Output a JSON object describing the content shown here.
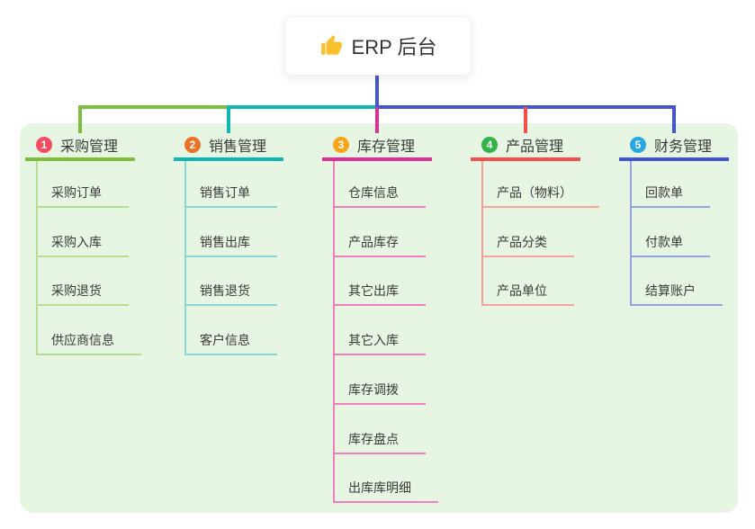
{
  "root": {
    "label": "ERP 后台",
    "icon": "thumbs-up-icon",
    "icon_color": "#fbc02d",
    "connector_color": "#4457d2"
  },
  "panel_color": "#e7f6e2",
  "branches": [
    {
      "badge": "1",
      "badge_color": "#f54e63",
      "line_color": "#7cbf3e",
      "child_line_color": "#b6dc94",
      "label": "采购管理",
      "children": [
        "采购订单",
        "采购入库",
        "采购退货",
        "供应商信息"
      ]
    },
    {
      "badge": "2",
      "badge_color": "#ed7128",
      "line_color": "#10b6b0",
      "child_line_color": "#85d8d3",
      "label": "销售管理",
      "children": [
        "销售订单",
        "销售出库",
        "销售退货",
        "客户信息"
      ]
    },
    {
      "badge": "3",
      "badge_color": "#f7a61b",
      "line_color": "#dd3097",
      "child_line_color": "#f27ebd",
      "label": "库存管理",
      "children": [
        "仓库信息",
        "产品库存",
        "其它出库",
        "其它入库",
        "库存调拨",
        "库存盘点",
        "出库库明细"
      ]
    },
    {
      "badge": "4",
      "badge_color": "#34b34a",
      "line_color": "#f44f4a",
      "child_line_color": "#f9a19c",
      "label": "产品管理",
      "children": [
        "产品（物料）",
        "产品分类",
        "产品单位"
      ]
    },
    {
      "badge": "5",
      "badge_color": "#28a8e0",
      "line_color": "#4355d4",
      "child_line_color": "#93a5e8",
      "label": "财务管理",
      "children": [
        "回款单",
        "付款单",
        "结算账户"
      ]
    }
  ]
}
